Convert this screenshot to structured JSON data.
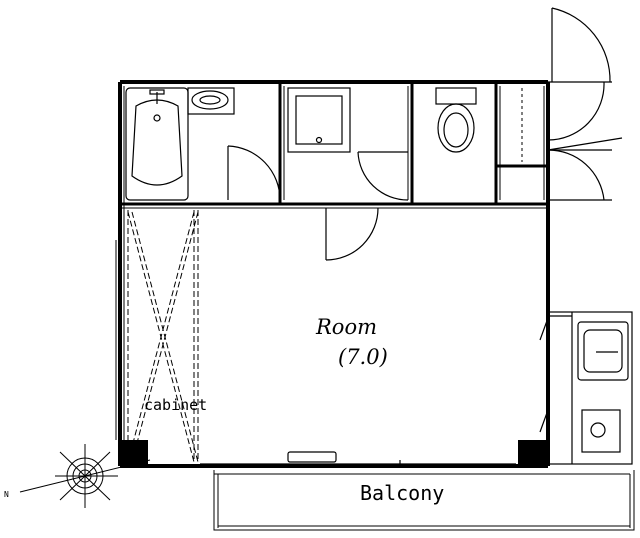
{
  "labels": {
    "room_name": "Room",
    "room_size": "(7.0)",
    "cabinet": "cabinet",
    "balcony": "Balcony",
    "north": "N"
  },
  "colors": {
    "wall": "#000000",
    "line": "#000000",
    "background": "#ffffff"
  }
}
